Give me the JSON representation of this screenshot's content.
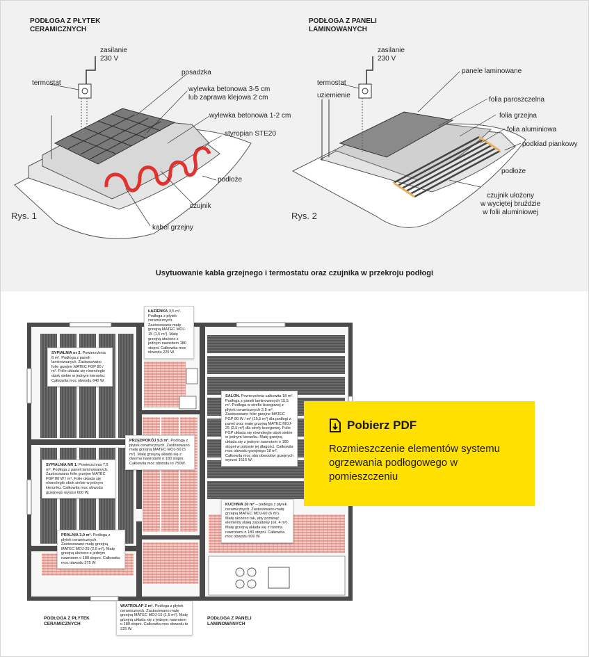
{
  "figure1": {
    "title": "PODŁOGA Z PŁYTEK\nCERAMICZNYCH",
    "power_label": "zasilanie\n230 V",
    "labels": {
      "thermostat": "termostat",
      "screed": "posadzka",
      "concrete_thick": "wylewka betonowa 3-5 cm\nlub zaprawa klejowa 2 cm",
      "concrete_thin": "wylewka betonowa 1-2 cm",
      "styrofoam": "styropian  STE20",
      "subfloor": "podłoże",
      "sensor": "czujnik",
      "cable": "kabel grzejny"
    },
    "fig_number": "Rys. 1"
  },
  "figure2": {
    "title": "PODŁOGA Z PANELI\nLAMINOWANYCH",
    "power_label": "zasilanie\n230 V",
    "labels": {
      "thermostat": "termostat",
      "grounding": "uziemienie",
      "laminate": "panele laminowane",
      "vapor_foil": "folia paroszczelna",
      "heating_foil": "folia grzejna",
      "aluminum_foil": "folia aluminiowa",
      "foam_underlay": "podkład piankowy",
      "subfloor": "podłoże",
      "sensor": "czujnik ułożony\nw wyciętej bruździe\nw folii aluminiowej"
    },
    "fig_number": "Rys. 2"
  },
  "caption": "Usytuowanie kabla grzejnego i termostatu oraz czujnika w przekroju podłogi",
  "plan": {
    "rooms": [
      {
        "id": "lazienka",
        "name": "ŁAZIENKA",
        "text": " 3,5 m². Podłoga z płytek ceramicznych. Zastosowano matę grzejną MATEC MOJ-15 (1,5 m²). Matę grzejną ułożono z jednym nawrotem 180 stopni. Całkowita moc obwodu 225 W."
      },
      {
        "id": "sypialnia2",
        "name": "SYPIALNIA nr 2.",
        "text": " Powierzchnia 8 m². Podłoga z paneli laminowanych. Zastosowano folie grzejne MATEC FGP 80 / m². Folie układa się równolegle obok siebie w jednym kierunku. Całkowita moc obwodu 640 W."
      },
      {
        "id": "salon",
        "name": "SALON.",
        "text": " Powierzchnia całkowita 18 m². Podłoga z paneli laminowanych 15,5 m². Podłoga w strefie brzegowej z płytek ceramicznych 2,5 m². Zastosowano folie grzejne MATEC FGP 80 W / m² (15,5 m²) dla podłogi z panel oraz matę grzejną MATEC MOJ-25 (2,5 m²) dla strefy brzegowej. Folie FGP układa się równolegle obok siebie w jednym kierunku. Matę grzejną układa się z jednym nawrotem o 180 stopni w połowie jej długości. Całkowita moc obwodu grzejnego 18 m². Całkowita moc obu obwodów grzejnych wynosi 1615 W."
      },
      {
        "id": "przedpokoj",
        "name": "PRZEDPOKÓJ 5,5 m².",
        "text": " Podłoga z płytek ceramicznych. Zastosowano matę grzejną MATEC MOJ-50 (5 m²). Matę grzejną układa się z dwoma nawrotami o 180 stopni. Całkowita moc obwodu to 750W."
      },
      {
        "id": "sypialnia1",
        "name": "SYPIALNIA NR 1.",
        "text": " Powierzchnia 7,5 m². Podłoga z paneli laminowanych. Zastosowano folie grzejne MATEC FGP 80 W / m². Folie układa się równolegle obok siebie w jednym kierunku. Całkowita moc obwodu grzejnego wynosi 600 W."
      },
      {
        "id": "kuchnia",
        "name": "KUCHNIA 10 m²",
        "text": " – podłoga z płytek ceramicznych. Zastosowano matę grzejną MATEC MOJ-60 (6 m²). Matę ułożono tak, aby pominąć elementy stałej zabudowy (ok. 4 m²). Matę grzejną układa się z trzema nawrotami o 180 stopni. Całkowita moc obwodu 900 W."
      },
      {
        "id": "pralnia",
        "name": "PRALNIA 3,0 m².",
        "text": " Podłoga z płytek ceramicznych. Zastosowano matę grzejną MATEC MOJ-25 (2,5 m²). Matę grzejną ułożono z jednym nawrotem o 180 stopni. Całkowita moc obwodu 375 W."
      },
      {
        "id": "wiatrolap",
        "name": "WIATROŁAP 2 m².",
        "text": " Podłoga z płytek ceramicznych. Zastosowano matę grzejną MATEC MOJ-15 (1,5 m²). Matę grzejną układa się z jednym nawrotem o 180 stopni. Całkowita moc obwodu to 225 W."
      }
    ],
    "legend_tiles": "PODŁOGA Z PŁYTEK\nCERAMICZNYCH",
    "legend_panels": "PODŁOGA Z PANELI\nLAMINOWANYCH"
  },
  "download": {
    "icon": "download-file-icon",
    "label": "Pobierz PDF",
    "description": "Rozmieszczenie elementów systemu ogrzewania podłogowego w pomieszczeniu",
    "color": "#ffe000"
  },
  "colors": {
    "cable": "#e0322e",
    "foil": "#5a5a5a",
    "mat": "#f3cfc8"
  }
}
